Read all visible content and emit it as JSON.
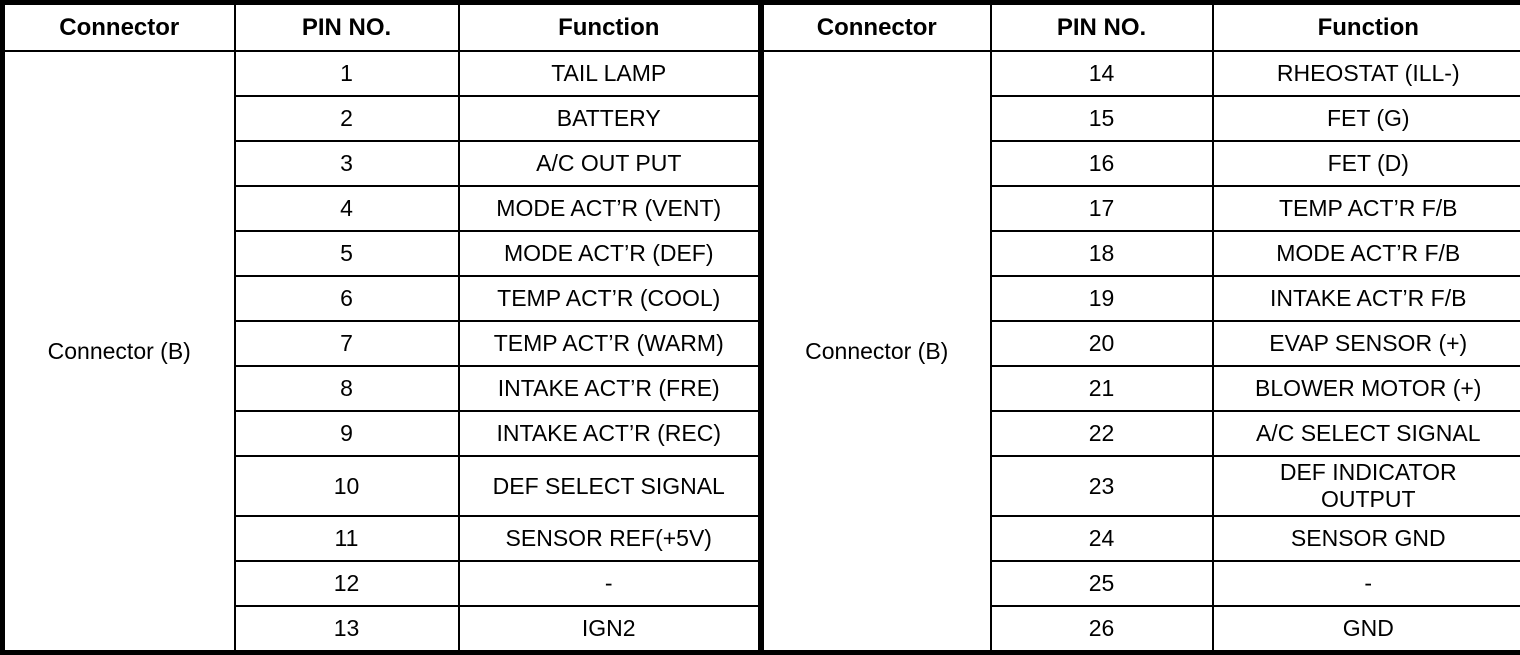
{
  "tables": [
    {
      "id": "left",
      "headers": {
        "connector": "Connector",
        "pin_no": "PIN NO.",
        "function": "Function"
      },
      "connector_label": "Connector (B)",
      "rows": [
        {
          "pin": "1",
          "function": "TAIL LAMP"
        },
        {
          "pin": "2",
          "function": "BATTERY"
        },
        {
          "pin": "3",
          "function": "A/C OUT PUT"
        },
        {
          "pin": "4",
          "function": "MODE ACT’R (VENT)"
        },
        {
          "pin": "5",
          "function": "MODE ACT’R (DEF)"
        },
        {
          "pin": "6",
          "function": "TEMP ACT’R (COOL)"
        },
        {
          "pin": "7",
          "function": "TEMP ACT’R (WARM)"
        },
        {
          "pin": "8",
          "function": "INTAKE ACT’R (FRE)"
        },
        {
          "pin": "9",
          "function": "INTAKE ACT’R (REC)"
        },
        {
          "pin": "10",
          "function": "DEF SELECT SIGNAL",
          "tall": true
        },
        {
          "pin": "11",
          "function": "SENSOR REF(+5V)"
        },
        {
          "pin": "12",
          "function": "-"
        },
        {
          "pin": "13",
          "function": "IGN2"
        }
      ]
    },
    {
      "id": "right",
      "headers": {
        "connector": "Connector",
        "pin_no": "PIN NO.",
        "function": "Function"
      },
      "connector_label": "Connector (B)",
      "rows": [
        {
          "pin": "14",
          "function": "RHEOSTAT (ILL-)"
        },
        {
          "pin": "15",
          "function": "FET (G)"
        },
        {
          "pin": "16",
          "function": "FET (D)"
        },
        {
          "pin": "17",
          "function": "TEMP ACT’R F/B"
        },
        {
          "pin": "18",
          "function": "MODE ACT’R F/B"
        },
        {
          "pin": "19",
          "function": "INTAKE ACT’R F/B"
        },
        {
          "pin": "20",
          "function": "EVAP SENSOR (+)"
        },
        {
          "pin": "21",
          "function": "BLOWER MOTOR (+)"
        },
        {
          "pin": "22",
          "function": "A/C SELECT SIGNAL"
        },
        {
          "pin": "23",
          "function": "DEF INDICATOR\nOUTPUT",
          "tall": true
        },
        {
          "pin": "24",
          "function": "SENSOR GND"
        },
        {
          "pin": "25",
          "function": "-"
        },
        {
          "pin": "26",
          "function": "GND"
        }
      ]
    }
  ]
}
